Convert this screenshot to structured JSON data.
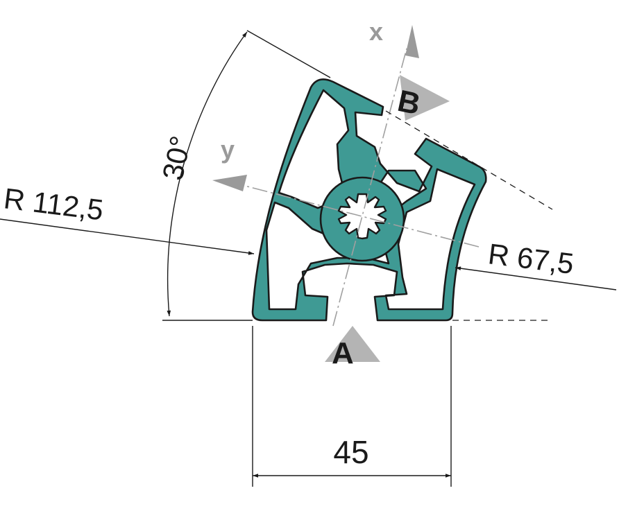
{
  "labels": {
    "angle": "30°",
    "outer_radius": "R 112,5",
    "inner_radius": "R 67,5",
    "width": "45",
    "axis_x": "x",
    "axis_y": "y",
    "point_a": "A",
    "point_b": "B"
  },
  "colors": {
    "profile_fill": "#3f9a94",
    "profile_outline": "#1a1a1a",
    "axis_gray": "#9a9a9a",
    "marker_gray": "#b4b4b4",
    "line": "#1a1a1a"
  }
}
